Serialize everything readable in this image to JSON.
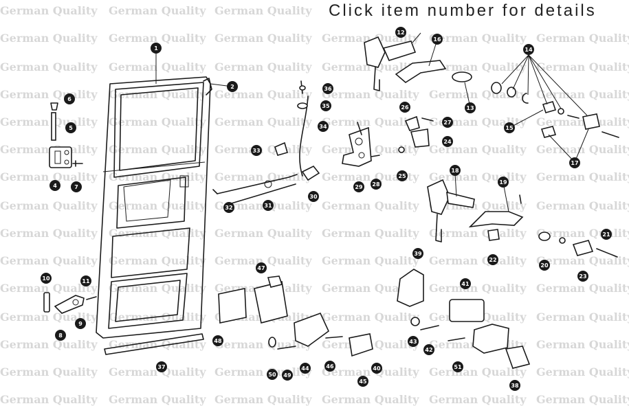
{
  "header": {
    "text": "Click item number for details"
  },
  "watermark": {
    "text": "German Quality"
  },
  "callouts": [
    {
      "n": "1"
    },
    {
      "n": "2"
    },
    {
      "n": "4"
    },
    {
      "n": "5"
    },
    {
      "n": "6"
    },
    {
      "n": "7"
    },
    {
      "n": "8"
    },
    {
      "n": "9"
    },
    {
      "n": "10"
    },
    {
      "n": "11"
    },
    {
      "n": "12"
    },
    {
      "n": "13"
    },
    {
      "n": "14"
    },
    {
      "n": "15"
    },
    {
      "n": "16"
    },
    {
      "n": "17"
    },
    {
      "n": "18"
    },
    {
      "n": "19"
    },
    {
      "n": "20"
    },
    {
      "n": "21"
    },
    {
      "n": "22"
    },
    {
      "n": "23"
    },
    {
      "n": "24"
    },
    {
      "n": "25"
    },
    {
      "n": "26"
    },
    {
      "n": "27"
    },
    {
      "n": "28"
    },
    {
      "n": "29"
    },
    {
      "n": "30"
    },
    {
      "n": "31"
    },
    {
      "n": "32"
    },
    {
      "n": "33"
    },
    {
      "n": "34"
    },
    {
      "n": "35"
    },
    {
      "n": "36"
    },
    {
      "n": "37"
    },
    {
      "n": "38"
    },
    {
      "n": "39"
    },
    {
      "n": "40"
    },
    {
      "n": "41"
    },
    {
      "n": "42"
    },
    {
      "n": "43"
    },
    {
      "n": "44"
    },
    {
      "n": "45"
    },
    {
      "n": "46"
    },
    {
      "n": "47"
    },
    {
      "n": "48"
    },
    {
      "n": "49"
    },
    {
      "n": "50"
    },
    {
      "n": "51"
    }
  ]
}
